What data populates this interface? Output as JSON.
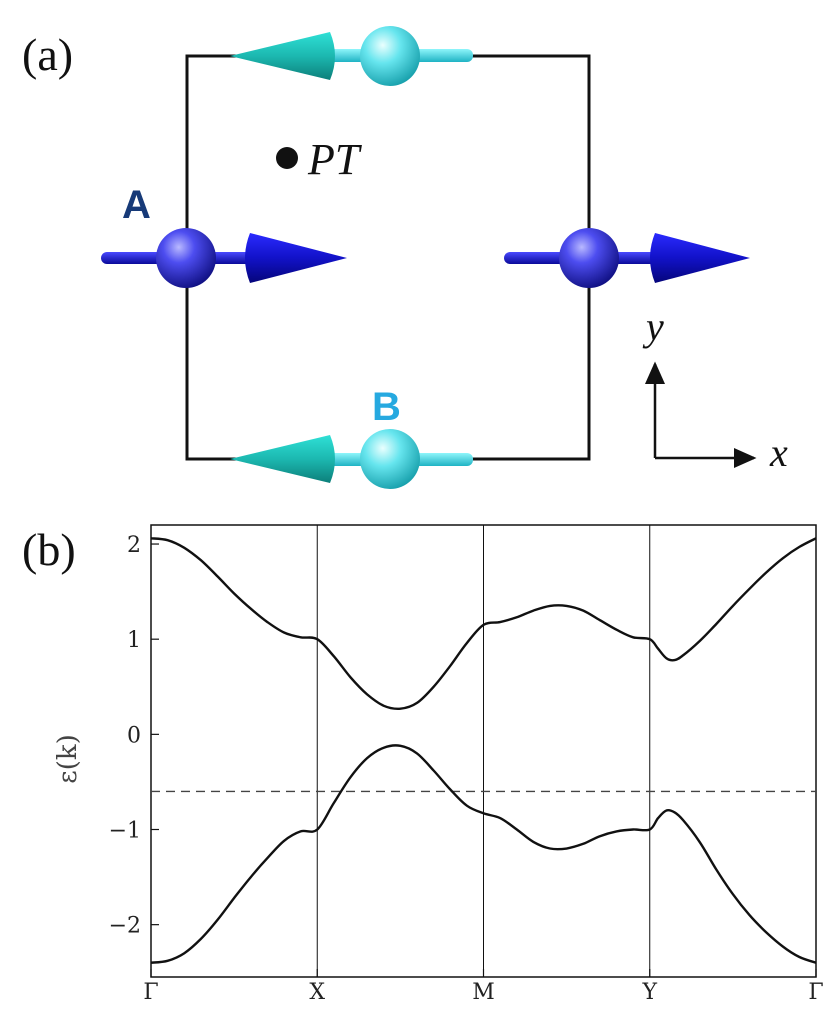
{
  "panel_a": {
    "label": "(a)",
    "site_a_label": "A",
    "site_b_label": "B",
    "pt_label": "PT",
    "axis_x_label": "x",
    "axis_y_label": "y",
    "colors": {
      "site_a": "#1a1ad6",
      "site_b": "#2ec9d6",
      "site_a_label": "#173a78",
      "site_b_label": "#26a9e0",
      "cell_border": "#111111"
    },
    "icons": [
      "spin-arrow-right-icon",
      "spin-arrow-left-icon",
      "sphere-icon",
      "inversion-center-dot-icon",
      "axis-arrow-icon"
    ]
  },
  "panel_b": {
    "label": "(b)",
    "ylabel_symbol": "ε(k)",
    "dashed_line_level": -0.6
  },
  "chart_data": {
    "type": "line",
    "title": "",
    "xlabel": "",
    "ylabel": "ε(k)",
    "x_ticks": [
      {
        "label": "Γ",
        "pos": 0
      },
      {
        "label": "X",
        "pos": 1
      },
      {
        "label": "M",
        "pos": 2
      },
      {
        "label": "Y",
        "pos": 3
      },
      {
        "label": "Γ",
        "pos": 4
      }
    ],
    "y_ticks": [
      {
        "label": "−2",
        "value": -2
      },
      {
        "label": "−1",
        "value": -1
      },
      {
        "label": "0",
        "value": 0
      },
      {
        "label": "1",
        "value": 1
      },
      {
        "label": "2",
        "value": 2
      }
    ],
    "xlim": [
      0,
      4
    ],
    "ylim": [
      -2.55,
      2.2
    ],
    "grid": "vertical lines at high-symmetry points",
    "reference_line": {
      "y": -0.6,
      "style": "dashed"
    },
    "series": [
      {
        "x": [
          0,
          0.1,
          0.2,
          0.3,
          0.4,
          0.5,
          0.6,
          0.7,
          0.8,
          0.9,
          1.0,
          1.1,
          1.2,
          1.3,
          1.4,
          1.5,
          1.6,
          1.7,
          1.8,
          1.9,
          2.0,
          2.1,
          2.2,
          2.3,
          2.4,
          2.5,
          2.6,
          2.7,
          2.8,
          2.9,
          3.0,
          3.05,
          3.1,
          3.15,
          3.2,
          3.3,
          3.4,
          3.5,
          3.6,
          3.7,
          3.8,
          3.9,
          4.0
        ],
        "y": [
          2.06,
          2.04,
          1.96,
          1.83,
          1.66,
          1.48,
          1.32,
          1.18,
          1.07,
          1.02,
          1.0,
          0.82,
          0.6,
          0.42,
          0.3,
          0.27,
          0.33,
          0.5,
          0.72,
          0.96,
          1.15,
          1.18,
          1.23,
          1.3,
          1.35,
          1.35,
          1.3,
          1.2,
          1.1,
          1.02,
          1.0,
          0.9,
          0.8,
          0.78,
          0.83,
          0.98,
          1.16,
          1.35,
          1.53,
          1.7,
          1.85,
          1.97,
          2.06
        ]
      },
      {
        "x": [
          0,
          0.1,
          0.2,
          0.3,
          0.4,
          0.5,
          0.6,
          0.7,
          0.8,
          0.9,
          1.0,
          1.1,
          1.2,
          1.3,
          1.4,
          1.5,
          1.6,
          1.7,
          1.8,
          1.9,
          2.0,
          2.1,
          2.2,
          2.3,
          2.4,
          2.5,
          2.6,
          2.7,
          2.8,
          2.9,
          3.0,
          3.05,
          3.1,
          3.15,
          3.2,
          3.3,
          3.4,
          3.5,
          3.6,
          3.7,
          3.8,
          3.9,
          4.0
        ],
        "y": [
          -2.4,
          -2.38,
          -2.3,
          -2.15,
          -1.95,
          -1.72,
          -1.5,
          -1.3,
          -1.12,
          -1.02,
          -1.0,
          -0.72,
          -0.45,
          -0.25,
          -0.14,
          -0.12,
          -0.2,
          -0.38,
          -0.58,
          -0.75,
          -0.83,
          -0.88,
          -1.0,
          -1.13,
          -1.2,
          -1.2,
          -1.15,
          -1.07,
          -1.02,
          -1.0,
          -1.0,
          -0.88,
          -0.8,
          -0.82,
          -0.9,
          -1.13,
          -1.42,
          -1.68,
          -1.9,
          -2.08,
          -2.23,
          -2.34,
          -2.4
        ]
      }
    ]
  }
}
